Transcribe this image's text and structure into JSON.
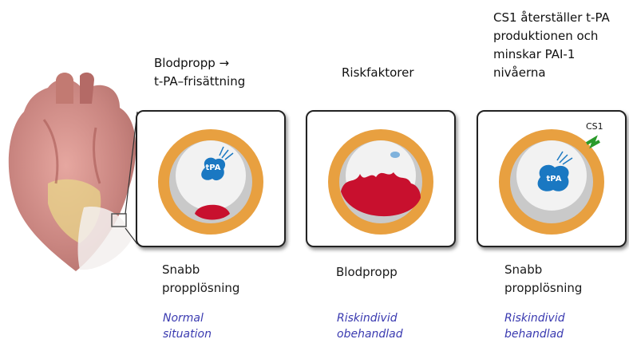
{
  "columns": [
    {
      "heading": "Blodpropp →\nt-PA–frisättning",
      "outcome": "Snabb\npropplösning",
      "status": "Normal\nsituation",
      "tpa_label": "tPA"
    },
    {
      "heading": "Riskfaktorer",
      "outcome": "Blodpropp",
      "status": "Riskindivid\nobehandlad"
    },
    {
      "heading": "CS1 återställer t-PA\nproduktionen och\nminskar PAI-1\nnivåerna",
      "outcome": "Snabb\npropplösning",
      "status": "Riskindivid\nbehandlad",
      "tpa_label": "tPA",
      "cs1_label": "CS1"
    }
  ],
  "colors": {
    "status_text": "#3a3ab0",
    "vessel_wall": "#e8a040",
    "clot": "#c8102e",
    "tpa": "#1a78c2",
    "cs1_arrow": "#2a9a2a"
  },
  "icons": [
    "heart-illustration",
    "blood-vessel",
    "blood-clot",
    "tpa-cloud",
    "cs1-arrow"
  ]
}
